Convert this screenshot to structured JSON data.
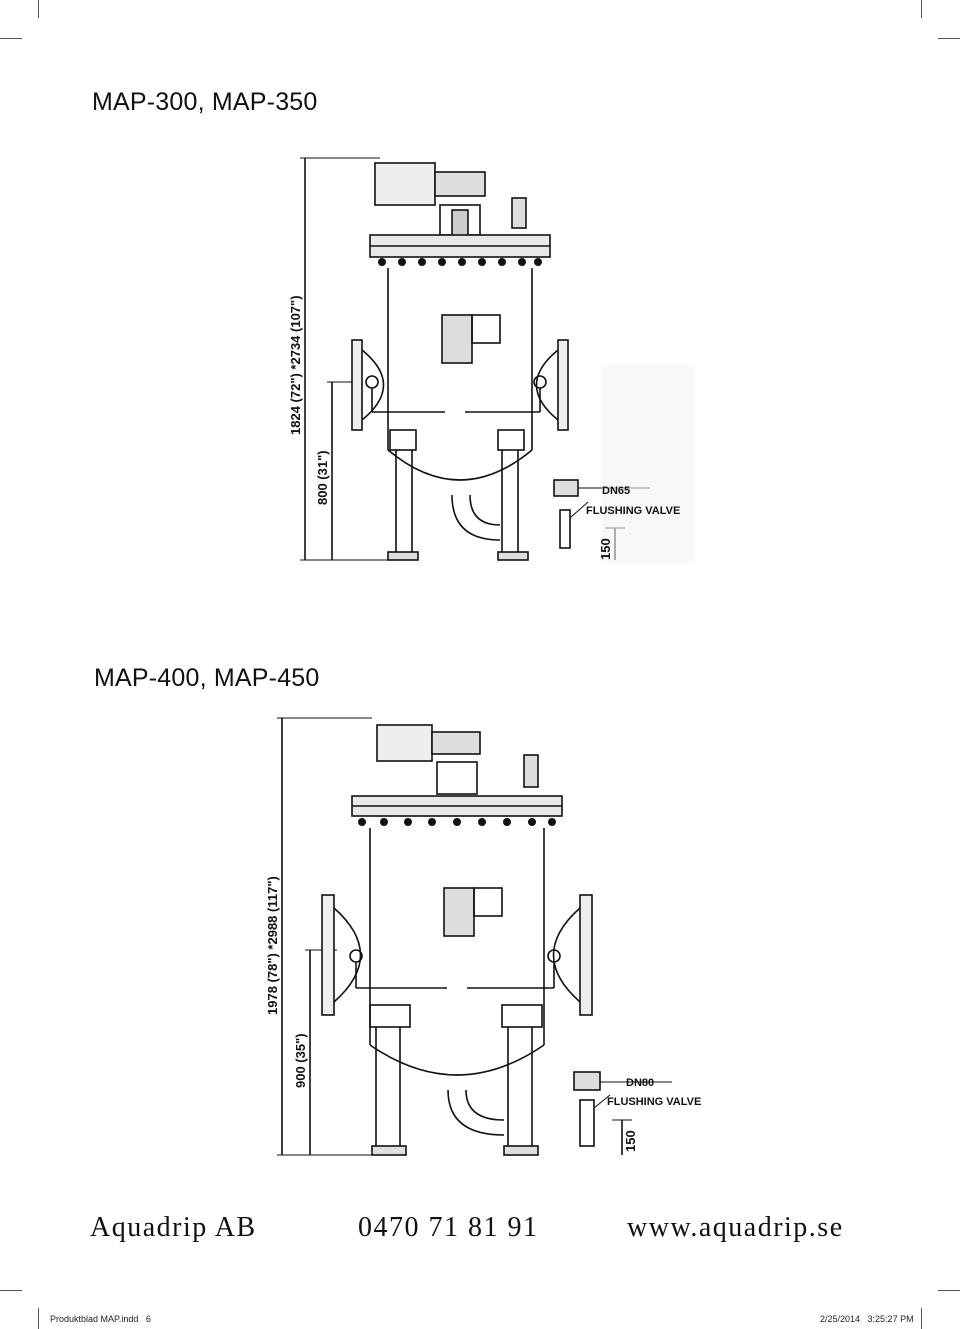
{
  "section1": {
    "title": "MAP-300, MAP-350",
    "dim_total": "1824 (72\") *2734 (107\")",
    "dim_inlet": "800 (31\")",
    "dim_valve": "150",
    "valve_size": "DN65",
    "valve_label": "FLUSHING VALVE"
  },
  "section2": {
    "title": "MAP-400, MAP-450",
    "dim_total": "1978 (78\") *2988 (117\")",
    "dim_inlet": "900 (35\")",
    "dim_valve": "150",
    "valve_size": "DN80",
    "valve_label": "FLUSHING VALVE"
  },
  "footer": {
    "company": "Aquadrip AB",
    "phone": "0470 71 81 91",
    "website": "www.aquadrip.se"
  },
  "slug": {
    "file": "Produktblad MAP.indd   6",
    "timestamp": "2/25/2014   3:25:27 PM"
  }
}
